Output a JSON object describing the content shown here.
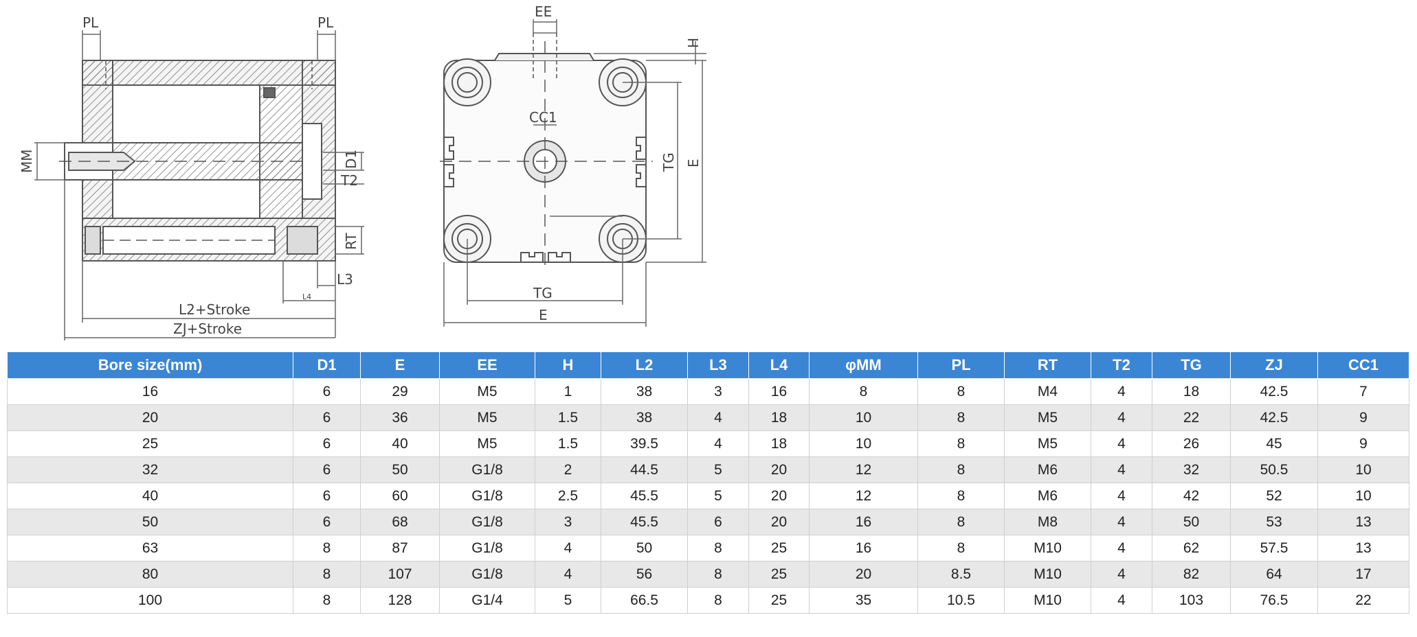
{
  "drawing": {
    "labels": {
      "pl": "PL",
      "mm": "MM",
      "d1": "D1",
      "t2": "T2",
      "rt": "RT",
      "l3": "L3",
      "l4": "L4",
      "l2_stroke": "L2+Stroke",
      "zj_stroke": "ZJ+Stroke",
      "ee": "EE",
      "h": "H",
      "cc1": "CC1",
      "tg": "TG",
      "e": "E"
    }
  },
  "table": {
    "headers": [
      "Bore size(mm)",
      "D1",
      "E",
      "EE",
      "H",
      "L2",
      "L3",
      "L4",
      "φMM",
      "PL",
      "RT",
      "T2",
      "TG",
      "ZJ",
      "CC1"
    ],
    "rows": [
      [
        "16",
        "6",
        "29",
        "M5",
        "1",
        "38",
        "3",
        "16",
        "8",
        "8",
        "M4",
        "4",
        "18",
        "42.5",
        "7"
      ],
      [
        "20",
        "6",
        "36",
        "M5",
        "1.5",
        "38",
        "4",
        "18",
        "10",
        "8",
        "M5",
        "4",
        "22",
        "42.5",
        "9"
      ],
      [
        "25",
        "6",
        "40",
        "M5",
        "1.5",
        "39.5",
        "4",
        "18",
        "10",
        "8",
        "M5",
        "4",
        "26",
        "45",
        "9"
      ],
      [
        "32",
        "6",
        "50",
        "G1/8",
        "2",
        "44.5",
        "5",
        "20",
        "12",
        "8",
        "M6",
        "4",
        "32",
        "50.5",
        "10"
      ],
      [
        "40",
        "6",
        "60",
        "G1/8",
        "2.5",
        "45.5",
        "5",
        "20",
        "12",
        "8",
        "M6",
        "4",
        "42",
        "52",
        "10"
      ],
      [
        "50",
        "6",
        "68",
        "G1/8",
        "3",
        "45.5",
        "6",
        "20",
        "16",
        "8",
        "M8",
        "4",
        "50",
        "53",
        "13"
      ],
      [
        "63",
        "8",
        "87",
        "G1/8",
        "4",
        "50",
        "8",
        "25",
        "16",
        "8",
        "M10",
        "4",
        "62",
        "57.5",
        "13"
      ],
      [
        "80",
        "8",
        "107",
        "G1/8",
        "4",
        "56",
        "8",
        "25",
        "20",
        "8.5",
        "M10",
        "4",
        "82",
        "64",
        "17"
      ],
      [
        "100",
        "8",
        "128",
        "G1/4",
        "5",
        "66.5",
        "8",
        "25",
        "35",
        "10.5",
        "M10",
        "4",
        "103",
        "76.5",
        "22"
      ]
    ]
  },
  "colors": {
    "header_bg": "#3a86d4",
    "row_alt_bg": "#e8e8e8"
  }
}
